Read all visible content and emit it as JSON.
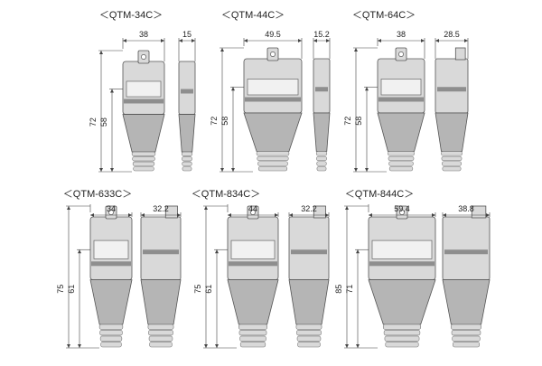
{
  "models": [
    {
      "title": "＜QTM-34C＞",
      "front_width": "38",
      "side_width": "15",
      "height": "72",
      "lower_height": "58"
    },
    {
      "title": "＜QTM-44C＞",
      "front_width": "49.5",
      "side_width": "15.2",
      "height": "72",
      "lower_height": "58"
    },
    {
      "title": "＜QTM-64C＞",
      "front_width": "38",
      "side_width": "28.5",
      "height": "72",
      "lower_height": "58"
    },
    {
      "title": "＜QTM-633C＞",
      "front_width": "34",
      "side_width": "32.2",
      "height": "75",
      "lower_height": "61"
    },
    {
      "title": "＜QTM-834C＞",
      "front_width": "44",
      "side_width": "32.2",
      "height": "75",
      "lower_height": "61"
    },
    {
      "title": "＜QTM-844C＞",
      "front_width": "59.4",
      "side_width": "38.8",
      "height": "85",
      "lower_height": "71"
    }
  ]
}
